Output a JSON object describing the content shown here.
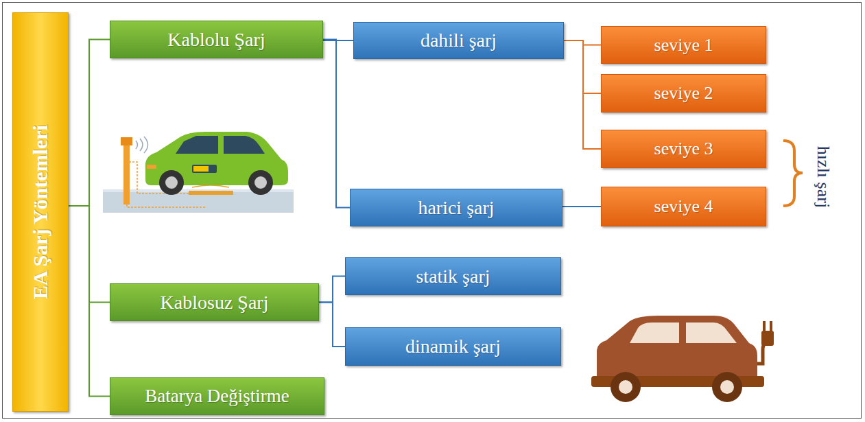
{
  "diagram": {
    "nodes": [
      {
        "text": [
          "EA Şarj Yöntemleri"
        ]
      },
      {
        "text": [
          "Kablolu Şarj"
        ]
      },
      {
        "text": [
          "dahili şarj"
        ]
      },
      {
        "text": [
          "seviye 1"
        ]
      },
      {
        "text": [
          "seviye 2"
        ]
      },
      {
        "text": [
          "seviye 3"
        ]
      },
      {
        "text": [
          "harici şarj"
        ]
      },
      {
        "text": [
          "seviye 4"
        ]
      },
      {
        "text": [
          "Kablosuz Şarj"
        ]
      },
      {
        "text": [
          "statik şarj"
        ]
      },
      {
        "text": [
          "dinamik şarj"
        ]
      },
      {
        "text": [
          "Batarya Değiştirme"
        ]
      }
    ],
    "edges": [
      {
        "from": 0,
        "to": 1,
        "arrow": "none"
      },
      {
        "from": 0,
        "to": 8,
        "arrow": "none"
      },
      {
        "from": 0,
        "to": 11,
        "arrow": "none"
      },
      {
        "from": 1,
        "to": 2,
        "arrow": "none"
      },
      {
        "from": 1,
        "to": 6,
        "arrow": "none"
      },
      {
        "from": 2,
        "to": 3,
        "arrow": "none"
      },
      {
        "from": 2,
        "to": 4,
        "arrow": "none"
      },
      {
        "from": 2,
        "to": 5,
        "arrow": "none"
      },
      {
        "from": 6,
        "to": 7,
        "arrow": "none"
      },
      {
        "from": 8,
        "to": 9,
        "arrow": "none"
      },
      {
        "from": 8,
        "to": 10,
        "arrow": "none"
      }
    ],
    "labels": [
      "hızlı şarj"
    ]
  }
}
